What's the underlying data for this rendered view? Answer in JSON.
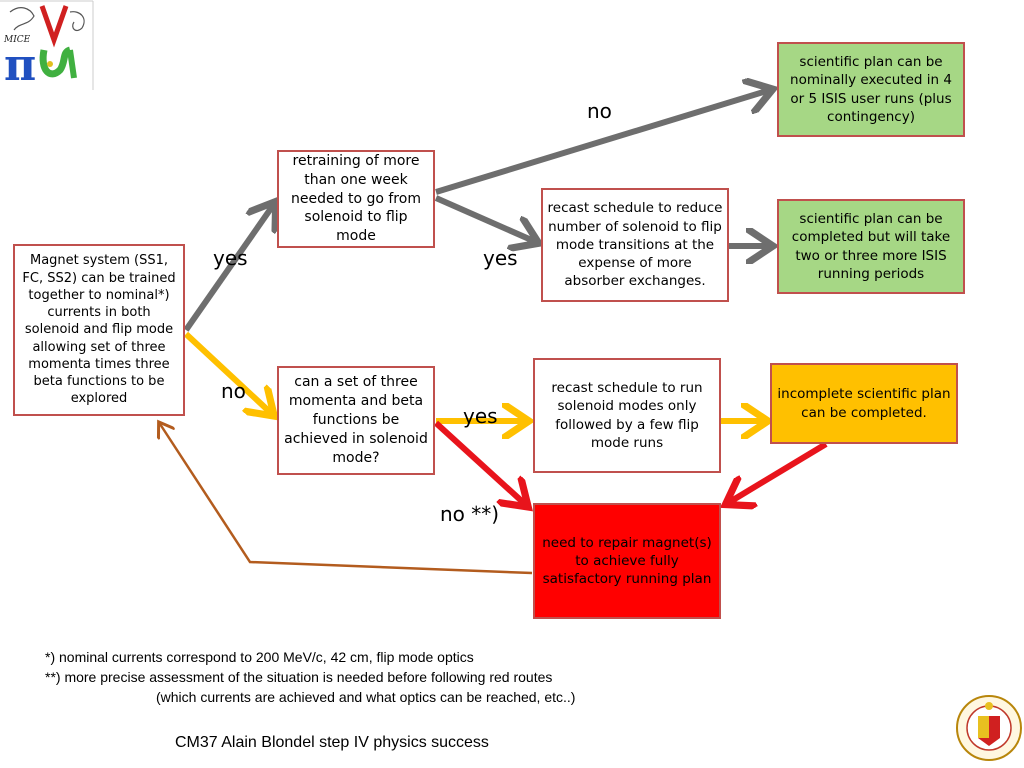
{
  "nodes": {
    "magnet": "Magnet system (SS1, FC, SS2) can be trained together to nominal*) currents in both solenoid and flip mode allowing set of three momenta times three beta functions to be explored",
    "retraining": "retraining of more than one week needed to go from solenoid to flip mode",
    "recast_flip": "recast schedule to reduce number of solenoid to flip mode transitions at the expense of more absorber exchanges.",
    "plan_nominal": "scientific plan can be nominally executed in 4 or 5 ISIS user runs (plus contingency)",
    "plan_two_three": "scientific plan can be completed but will take two or three more ISIS running periods",
    "three_momenta": "can a set of three momenta and beta functions be achieved in solenoid mode?",
    "recast_solenoid": "recast schedule to run solenoid modes only followed by a few flip mode runs",
    "incomplete": "incomplete scientific plan can be completed.",
    "repair": "need to repair magnet(s) to achieve fully satisfactory running plan"
  },
  "labels": {
    "yes_1": "yes",
    "no_1": "no",
    "no_2": "no",
    "yes_2": "yes",
    "yes_3": "yes",
    "no_3": "no **)"
  },
  "footnotes": {
    "note1": "*) nominal currents correspond to 200 MeV/c, 42 cm, flip mode optics",
    "note2": "**) more precise assessment of the situation is needed before following red routes",
    "note3": "(which currents are achieved and what optics can be reached, etc..)"
  },
  "credit": "CM37  Alain Blondel  step IV physics success",
  "logos": {
    "mice_text": "MICE"
  },
  "colors": {
    "gray_arrow": "#6e6e6e",
    "yellow_arrow": "#ffc000",
    "red_arrow": "#e8141c",
    "brown_arrow": "#b35c1e",
    "box_border": "#c0504d",
    "green_fill": "#a6d785",
    "orange_fill": "#ffc000",
    "red_fill": "#ff0000"
  }
}
